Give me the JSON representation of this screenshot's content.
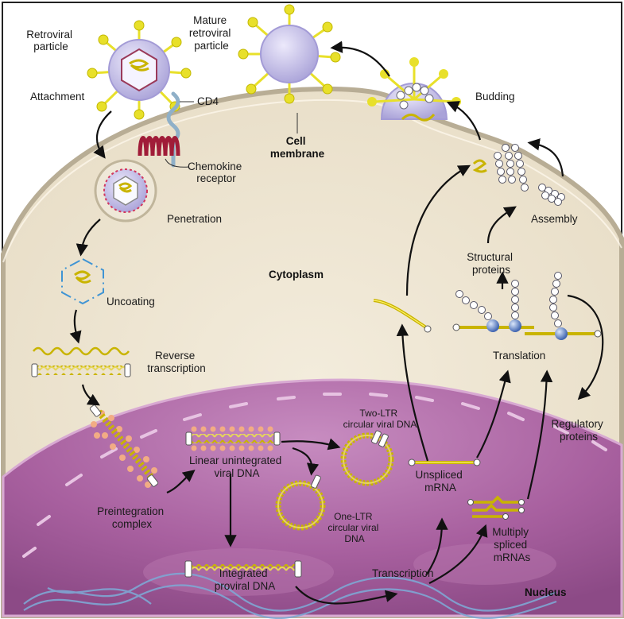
{
  "labels": {
    "retroviral_particle": [
      "Retroviral",
      "particle"
    ],
    "mature_particle": [
      "Mature",
      "retroviral",
      "particle"
    ],
    "attachment": "Attachment",
    "cd4": "CD4",
    "chemokine_receptor": [
      "Chemokine",
      "receptor"
    ],
    "cell_membrane": [
      "Cell",
      "membrane"
    ],
    "budding": "Budding",
    "penetration": "Penetration",
    "assembly": "Assembly",
    "cytoplasm": "Cytoplasm",
    "structural_proteins": [
      "Structural",
      "proteins"
    ],
    "uncoating": "Uncoating",
    "reverse_transcription": [
      "Reverse",
      "transcription"
    ],
    "translation": "Translation",
    "two_ltr": [
      "Two-LTR",
      "circular viral DNA"
    ],
    "linear_dna": [
      "Linear unintegrated",
      "viral DNA"
    ],
    "regulatory_proteins": [
      "Regulatory",
      "proteins"
    ],
    "unspliced_mrna": [
      "Unspliced",
      "mRNA"
    ],
    "one_ltr": [
      "One-LTR",
      "circular viral",
      "DNA"
    ],
    "preintegration_complex": [
      "Preintegration",
      "complex"
    ],
    "multiply_spliced": [
      "Multiply",
      "spliced",
      "mRNAs"
    ],
    "transcription": "Transcription",
    "integrated_dna": [
      "Integrated",
      "proviral DNA"
    ],
    "nucleus": "Nucleus"
  },
  "colors": {
    "cytoplasm": "#ede4d2",
    "membrane": "#b8ad95",
    "nucleus": "#a75fa0",
    "rna": "#c9b400",
    "particle": "#c6c0e8",
    "spike": "#e8e02a",
    "receptor": "#a01c38",
    "cd4": "#8fb0c8",
    "beads": "#f2ac84",
    "ribosome": "#5d86c6",
    "coat": "#3f94d4"
  }
}
